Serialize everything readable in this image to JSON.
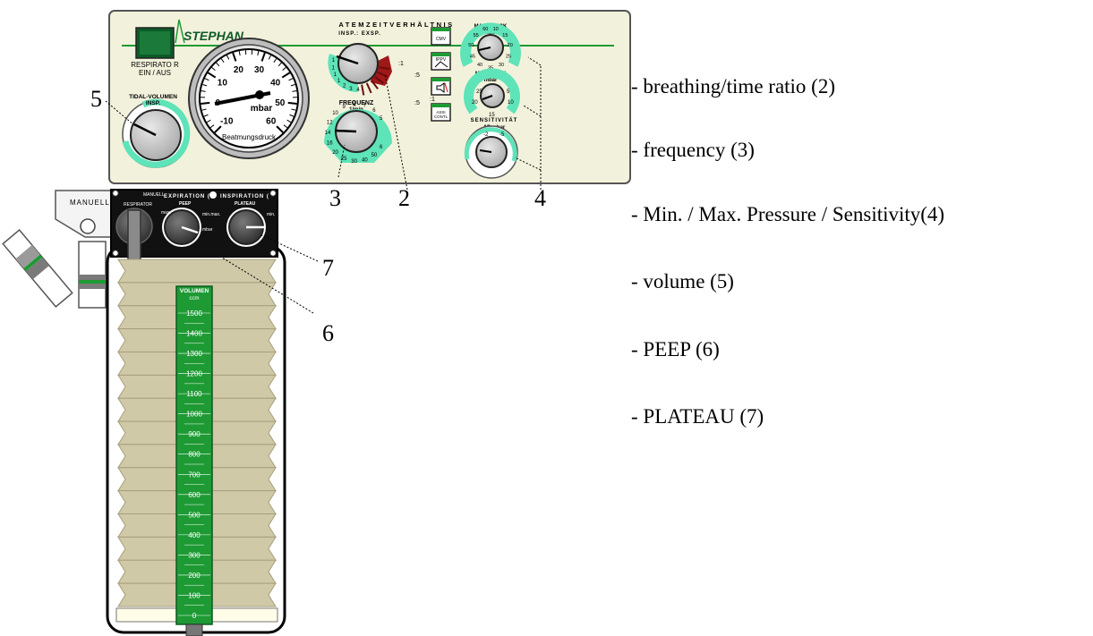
{
  "panel": {
    "brand": "STEPHAN",
    "power_label_1": "RESPIRATO R",
    "power_label_2": "EIN / AUS",
    "tidal_volume_label_1": "TIDAL-VOLUMEN",
    "tidal_volume_label_2": "INSP.",
    "gauge_unit": "mbar",
    "gauge_caption": "Beatmungsdruck",
    "gauge_ticks": [
      "-10",
      "0",
      "10",
      "20",
      "30",
      "40",
      "50",
      "60"
    ],
    "ratio_title": "ATEMZEITVERHÄLTNIS",
    "ratio_sub": "INSP.: EXSP.",
    "ratio_side_values": [
      ":1",
      ":5",
      ":1",
      ":5"
    ],
    "frequency_label_1": "FREQUENZ",
    "frequency_label_2": "1/min",
    "mode_buttons": [
      "CMV",
      "IPPV",
      "",
      "ASSI CONTL"
    ],
    "max_pressure_label_1": "MAX.DRUCK",
    "max_pressure_label_2": "mbar",
    "min_pressure_label_1": "MIN.DRUCK",
    "min_pressure_label_2": "mbar",
    "sensitivity_label_1": "SENSITIVITÄT",
    "sensitivity_label_2": "ΔP mbar"
  },
  "lower_unit": {
    "manual_label": "MANUELL",
    "manual_small": "MANUELL",
    "respirator_label": "RESPIRATOR",
    "expiration_label": "EXPIRATION (",
    "inspiration_label": "INSPIRATION (",
    "peep_label": "PEEP",
    "plateau_label": "PLATEAU",
    "peep_scale": "max.",
    "plateau_scale": "min.max.",
    "plateau_scale_right": "min.",
    "mbar_label": "mbar",
    "volume_title_1": "VOLUMEN",
    "volume_title_2": "ccm",
    "volume_scale": [
      "1500",
      "1400",
      "1300",
      "1200",
      "1100",
      "1000",
      "900",
      "800",
      "700",
      "600",
      "500",
      "400",
      "300",
      "200",
      "100",
      "0"
    ]
  },
  "callouts": {
    "n5": "5",
    "n3": "3",
    "n2": "2",
    "n4": "4",
    "n7": "7",
    "n6": "6"
  },
  "legend": [
    "- breathing/time ratio (2)",
    "- frequency (3)",
    "- Min. / Max. Pressure / Sensitivity(4)",
    "- volume (5)",
    "- PEEP (6)",
    "- PLATEAU (7)"
  ],
  "colors": {
    "panel": "#f2f2dc",
    "panel_border": "#555555",
    "green": "#1e9a34",
    "mint": "#5fe3b8",
    "knob": "#c8c8c8",
    "bellows": "#cfc9a8",
    "dark_red": "#a01818"
  }
}
